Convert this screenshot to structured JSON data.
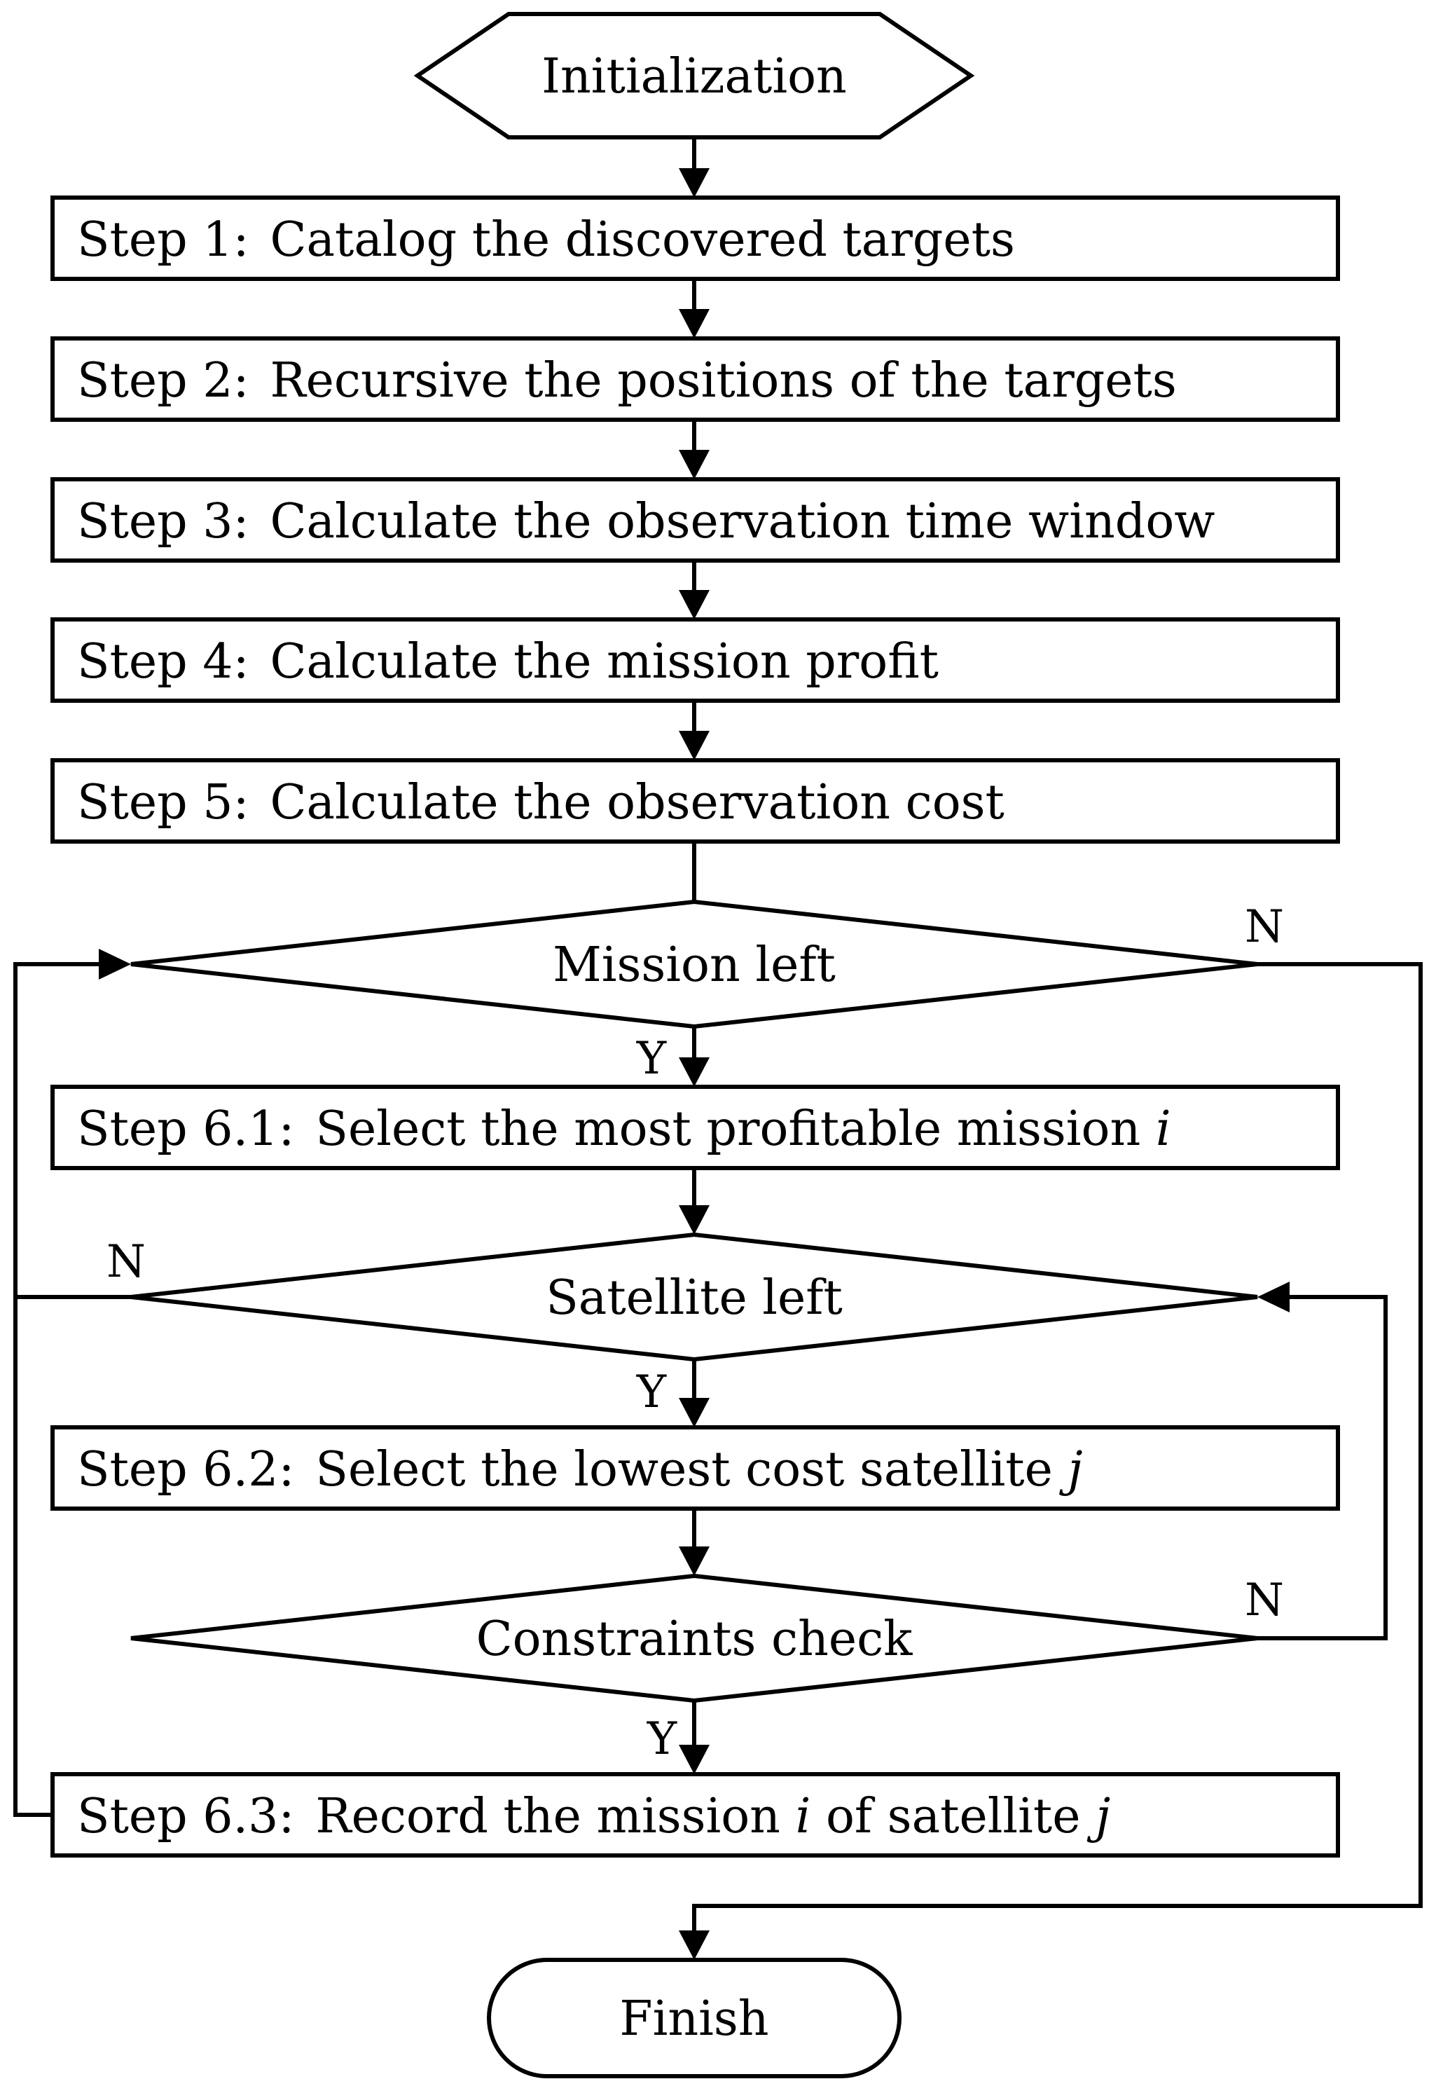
{
  "flowchart": {
    "start": "Initialization",
    "end": "Finish",
    "steps": [
      {
        "label": "Step 1",
        "sep": ":",
        "text": "Catalog the discovered targets"
      },
      {
        "label": "Step 2",
        "sep": ":",
        "text": "Recursive the positions of the targets"
      },
      {
        "label": "Step 3",
        "sep": ":",
        "text": "Calculate the observation time window"
      },
      {
        "label": "Step 4",
        "sep": ":",
        "text": "Calculate the mission profit"
      },
      {
        "label": "Step 5",
        "sep": ":",
        "text": "Calculate the observation cost"
      },
      {
        "label": "Step 6.1",
        "sep": ":",
        "text": "Select the most profitable mission ",
        "var1": "i"
      },
      {
        "label": "Step 6.2",
        "sep": ":",
        "text": "Select the lowest cost satellite ",
        "var1": "j"
      },
      {
        "label": "Step 6.3",
        "sep": ":",
        "text": "Record the mission ",
        "var1": "i",
        "mid": " of satellite ",
        "var2": "j"
      }
    ],
    "decisions": [
      {
        "text": "Mission left",
        "yes": "Y",
        "no": "N"
      },
      {
        "text": "Satellite left",
        "yes": "Y",
        "no": "N"
      },
      {
        "text": "Constraints check",
        "yes": "Y",
        "no": "N"
      }
    ]
  }
}
